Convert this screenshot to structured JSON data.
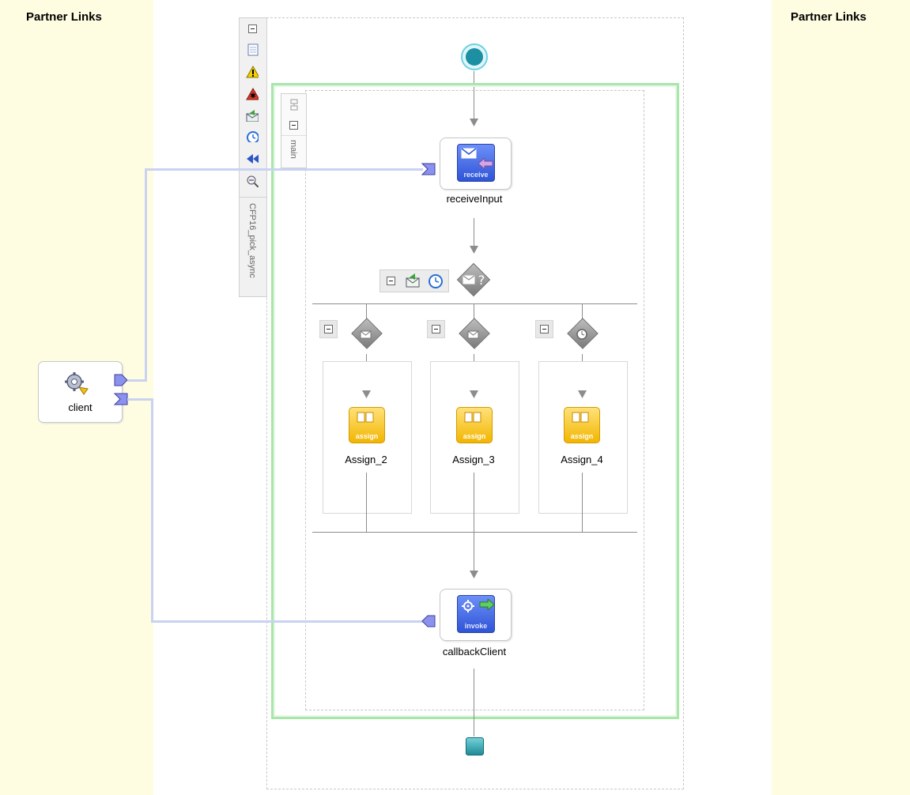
{
  "lanes": {
    "left_title": "Partner Links",
    "right_title": "Partner Links"
  },
  "process": {
    "name": "CFP16_pick_async",
    "scope_label": "main",
    "start_event": "start",
    "end_event": "end"
  },
  "partner_link": {
    "label": "client"
  },
  "activities": {
    "receive": {
      "label": "receiveInput",
      "icon_word": "receive"
    },
    "invoke": {
      "label": "callbackClient",
      "icon_word": "invoke"
    }
  },
  "branches": [
    {
      "label": "Assign_2",
      "icon_word": "assign"
    },
    {
      "label": "Assign_3",
      "icon_word": "assign"
    },
    {
      "label": "Assign_4",
      "icon_word": "assign"
    }
  ],
  "colors": {
    "lane_bg": "#fffde1",
    "scope_green": "#a9e6a9",
    "partner_link_line": "#c9d2f1",
    "activity_blue": "#3b5fe0",
    "assign_yellow": "#f5c518"
  }
}
